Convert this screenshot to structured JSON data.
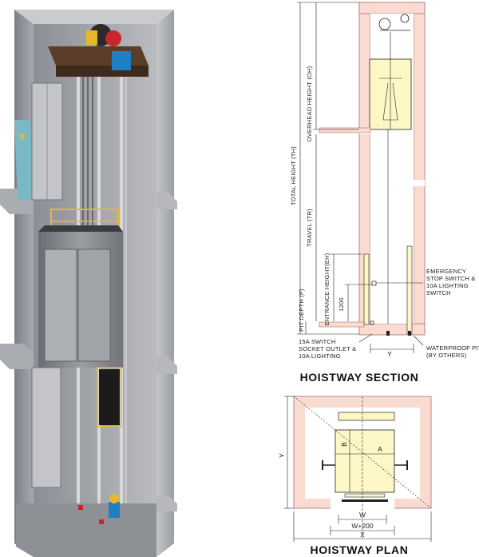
{
  "section": {
    "title": "HOISTWAY SECTION",
    "dims": {
      "overhead": "OVERHEAD HEIGHT (OH)",
      "total": "TOTAL HEIGHT (TH)",
      "travel": "TRAVEL (TR)",
      "entrance": "ENTRANCE HEIGHT(EH)",
      "h1200": "1200",
      "pit": "PIT DEPTH (P)",
      "y": "Y"
    },
    "callouts": {
      "emergency": [
        "EMERGENCY",
        "STOP SWITCH &",
        "10A LIGHTING",
        "SWITCH"
      ],
      "socket": [
        "15A SWITCH",
        "SOCKET OUTLET &",
        "10A LIGHTING"
      ],
      "waterproof": [
        "WATERPROOF PIT",
        "(BY OTHERS)"
      ]
    }
  },
  "plan": {
    "title": "HOISTWAY PLAN",
    "dims": {
      "b": "B",
      "a": "A",
      "y": "Y",
      "w": "W",
      "w200": "W+200",
      "x": "X"
    }
  },
  "colors": {
    "wall_fill": "#fadbd2",
    "wall_line": "#a8716a",
    "car_fill": "#fcf7c4",
    "shaft_gray": "#9ea1a6",
    "shaft_dark": "#55585d",
    "yellow": "#e9b82a",
    "teal": "#79b8c4",
    "red": "#c7262c",
    "blue": "#1e7fc1"
  }
}
